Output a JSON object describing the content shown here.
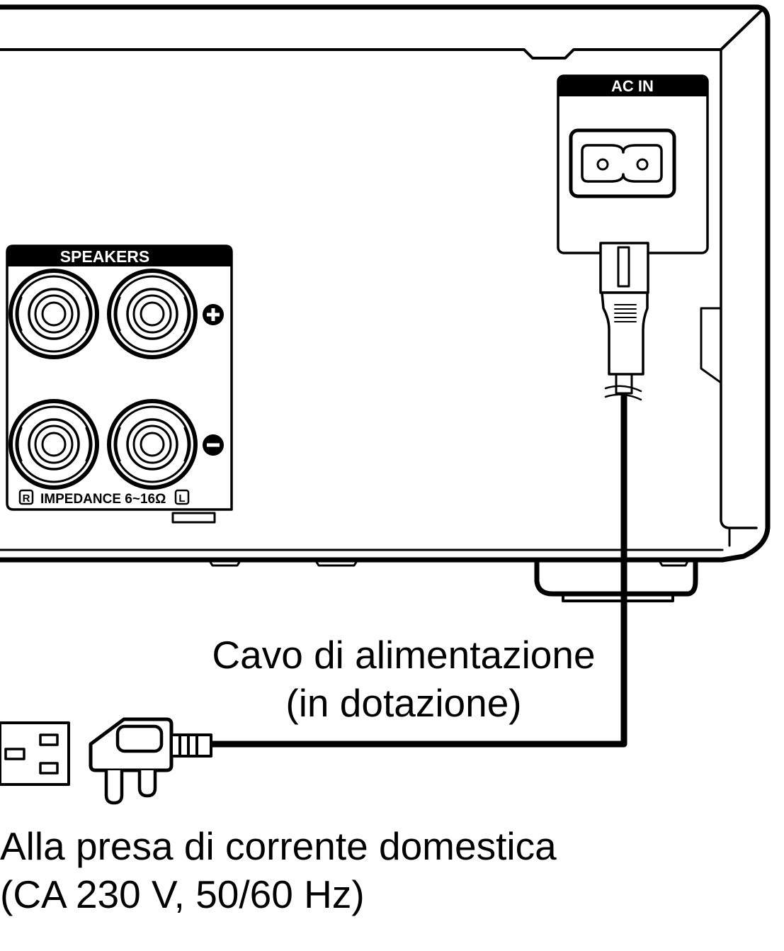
{
  "panel": {
    "ac_in_label": "AC IN",
    "speakers_label": "SPEAKERS",
    "channel_right": "R",
    "impedance_label": "IMPEDANCE 6~16Ω",
    "channel_left": "L",
    "plus_symbol": "+",
    "minus_symbol": "−"
  },
  "captions": {
    "cord_line1": "Cavo di alimentazione",
    "cord_line2": "(in dotazione)",
    "outlet_line1": "Alla presa di corrente domestica",
    "outlet_line2": "(CA 230 V, 50/60 Hz)"
  },
  "colors": {
    "ink": "#000000",
    "paper": "#ffffff"
  }
}
